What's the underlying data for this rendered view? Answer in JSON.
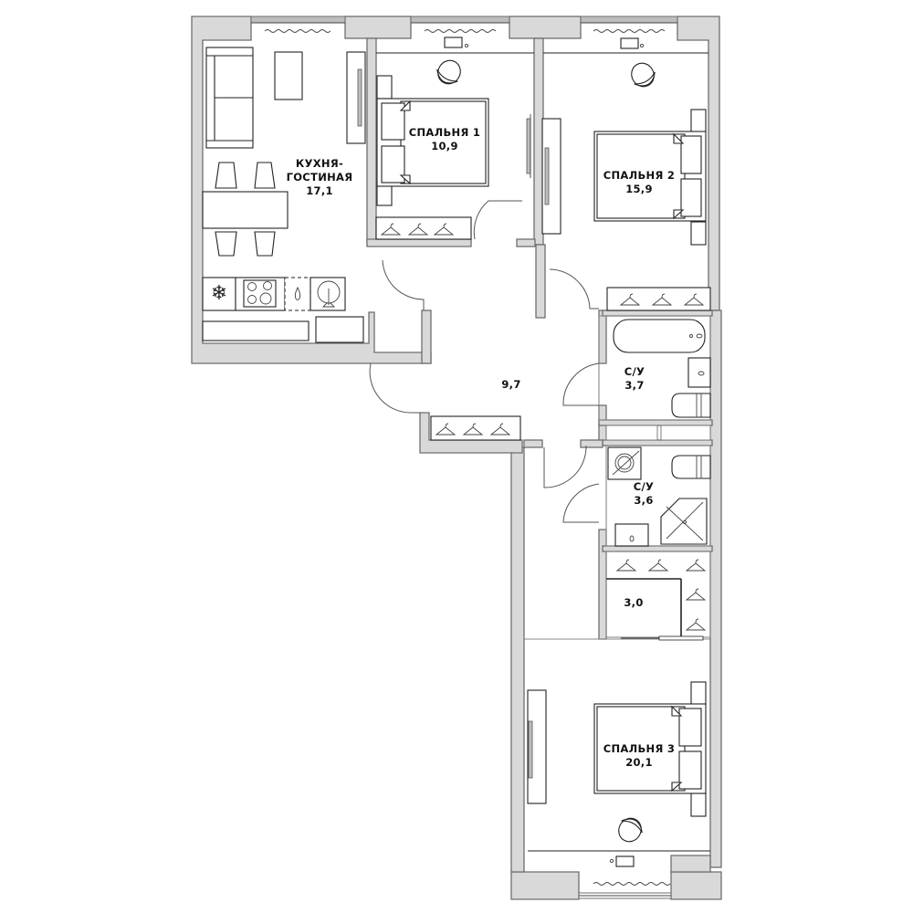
{
  "plan": {
    "wall_color": "#d9d9d9",
    "line_color": "#222222",
    "rooms": [
      {
        "id": "kitchen",
        "name": "КУХНЯ-\nГОСТИНАЯ",
        "name_line1": "КУХНЯ-",
        "name_line2": "ГОСТИНАЯ",
        "area": "17,1"
      },
      {
        "id": "bedroom1",
        "name": "СПАЛЬНЯ 1",
        "area": "10,9"
      },
      {
        "id": "bedroom2",
        "name": "СПАЛЬНЯ 2",
        "area": "15,9"
      },
      {
        "id": "hall",
        "name": "",
        "area": "9,7"
      },
      {
        "id": "bath1",
        "name": "С/У",
        "area": "3,7"
      },
      {
        "id": "bath2",
        "name": "С/У",
        "area": "3,6"
      },
      {
        "id": "wardrobe",
        "name": "",
        "area": "3,0"
      },
      {
        "id": "bedroom3",
        "name": "СПАЛЬНЯ 3",
        "area": "20,1"
      }
    ]
  }
}
